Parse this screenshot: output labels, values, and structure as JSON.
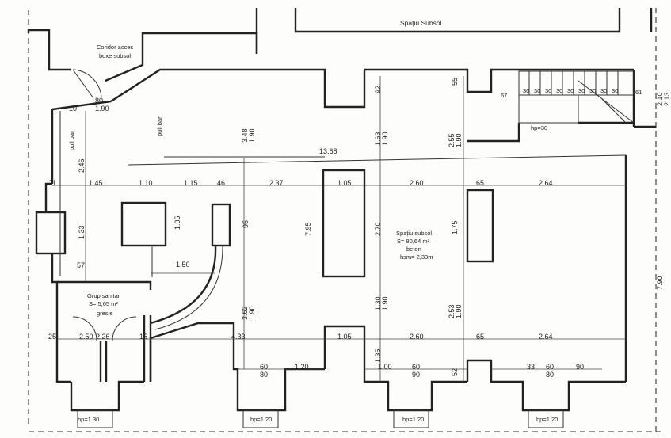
{
  "labels": {
    "top_space": "Spațiu Subsol",
    "corridor_line1": "Coridor acces",
    "corridor_line2": "boxe subsol",
    "stair_landing": "hp=30",
    "room_line1": "Spațiu subsol",
    "room_line2": "S= 80,64 m²",
    "room_line3": "beton",
    "room_line4": "hsm= 2,33m",
    "sanitary_line1": "Grup sanitar",
    "sanitary_line2": "S= 5,65 m²",
    "sanitary_line3": "gresie",
    "pull_bar_left": "pull bar",
    "pull_bar_top": "pull bar",
    "window_1": "hp=1.30",
    "window_2": "hp=1.20",
    "window_3": "hp=1.20",
    "window_4": "hp=1.20"
  },
  "stairs": {
    "steps": [
      "30",
      "30",
      "30",
      "30",
      "30",
      "30",
      "30",
      "30",
      "30"
    ],
    "start": "67",
    "end": "61"
  },
  "dimensions": {
    "d_1368": "13.68",
    "d_145": "1.45",
    "d_110": "1.10",
    "d_115": "1.15",
    "d_46": "46",
    "d_237": "2.37",
    "d_105a": "1.05",
    "d_260a": "2.60",
    "d_65a": "65",
    "d_264a": "2.64",
    "d_105b": "1.05",
    "d_260b": "2.60",
    "d_65b": "65",
    "d_264b": "2.64",
    "d_433": "4.33",
    "d_150": "1.50",
    "d_250": "2.50",
    "d_226": "2.26",
    "d_25": "25",
    "d_15": "15",
    "d_21": "21",
    "d_57": "57",
    "d_246": "2.46",
    "d_133": "1.33",
    "d_105v": "1.05",
    "d_95": "95",
    "d_795": "7.95",
    "d_270": "2.70",
    "d_175": "1.75",
    "d_790": "7.90",
    "d_348": "3.48",
    "d_190a": "1.90",
    "d_163": "1.63",
    "d_190b": "1.90",
    "d_255": "2.55",
    "d_190c": "1.90",
    "d_362": "3.62",
    "d_190d": "1.90",
    "d_130": "1.30",
    "d_190e": "1.90",
    "d_253": "2.53",
    "d_190f": "1.90",
    "d_135": "1.35",
    "d_92": "92",
    "d_55": "55",
    "d_52": "52",
    "d_60a": "60",
    "d_80a": "80",
    "d_120": "1.20",
    "d_100": "1.00",
    "d_60b": "60",
    "d_90a": "90",
    "d_33": "33",
    "d_60c": "60",
    "d_80b": "80",
    "d_90b": "90",
    "d_10": "10",
    "d_80c": "80",
    "d_190g": "1.90",
    "d_210": "2.10",
    "d_213": "2.13"
  }
}
